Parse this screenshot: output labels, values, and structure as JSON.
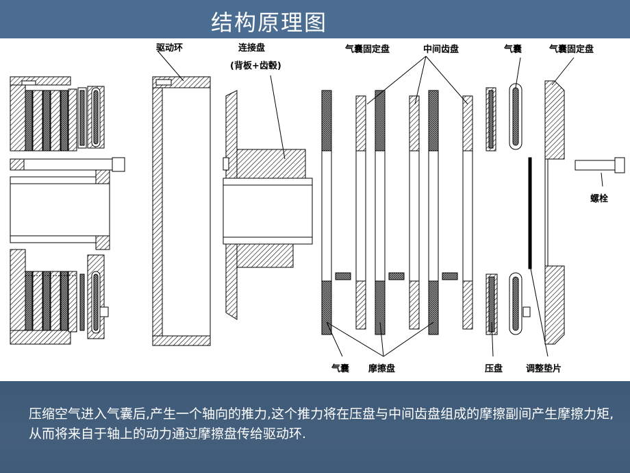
{
  "slide": {
    "title": "结构原理图",
    "caption": "压缩空气进入气囊后,产生一个轴向的推力,这个推力将在压盘与中间齿盘组成的摩擦副间产生摩擦力矩,从而将来自于轴上的动力通过摩擦盘传给驱动环."
  },
  "labels": {
    "drive_ring": "驱动环",
    "connecting_plate": "连接盘",
    "connecting_plate_note": "(背板+齿毂)",
    "airbag_fixed_plate_1": "气囊固定盘",
    "middle_gear_plate": "中间齿盘",
    "airbag_top": "气囊",
    "airbag_fixed_plate_2": "气囊固定盘",
    "bolt": "螺栓",
    "airbag_bottom": "气囊",
    "friction_plate": "摩擦盘",
    "pressure_plate": "压盘",
    "adjust_shim": "调整垫片"
  },
  "colors": {
    "title_bar": "#4a6d91",
    "background": "#43617f",
    "hatch": "#000000",
    "friction_fill": "#777777"
  }
}
